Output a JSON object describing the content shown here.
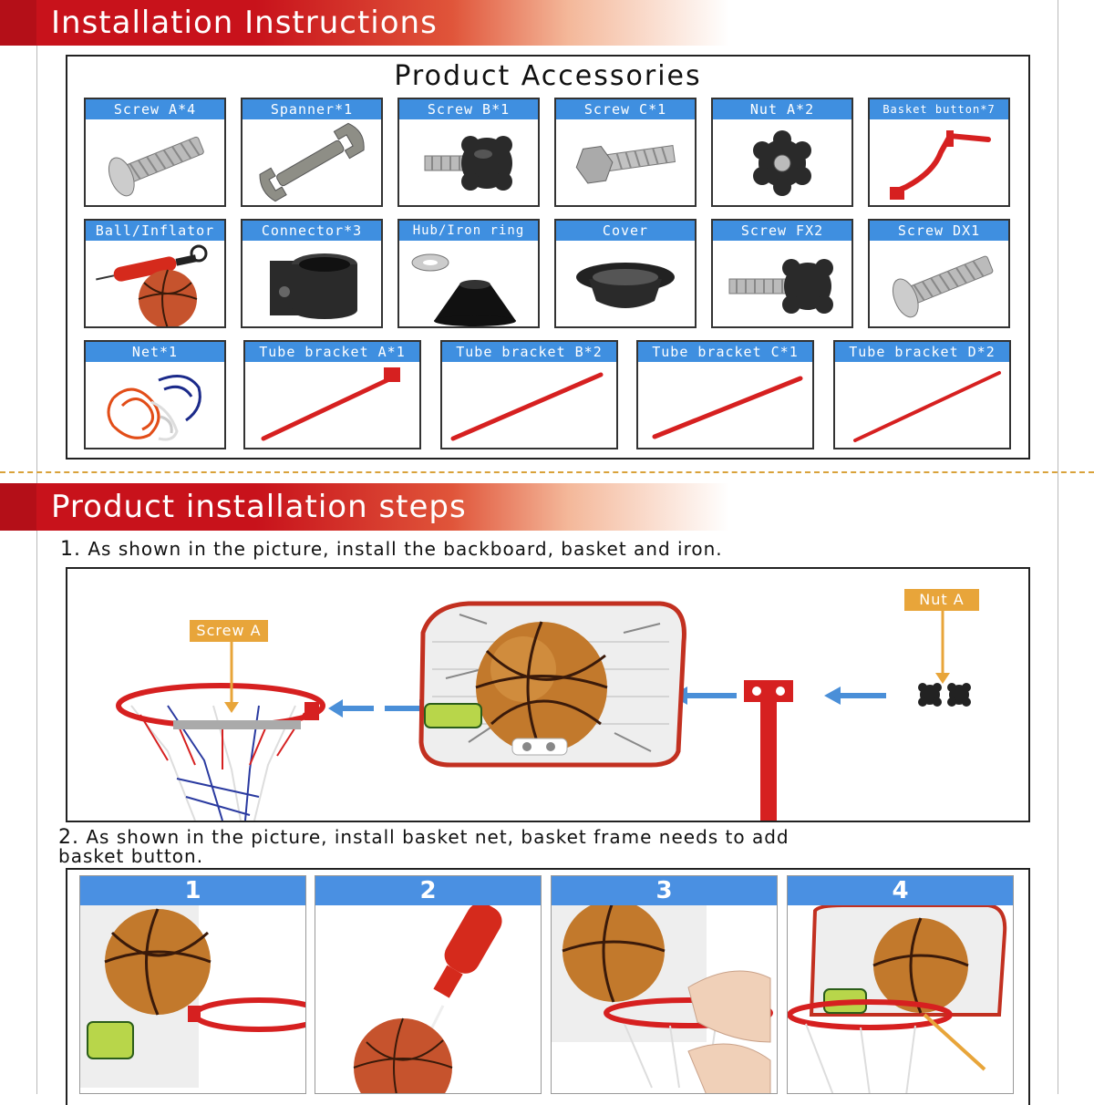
{
  "header": {
    "title": "Installation Instructions"
  },
  "accessories": {
    "title": "Product Accessories",
    "items": [
      {
        "label": "Screw A*4",
        "icon": "screw-icon"
      },
      {
        "label": "Spanner*1",
        "icon": "spanner-icon"
      },
      {
        "label": "Screw B*1",
        "icon": "knob-screw-icon"
      },
      {
        "label": "Screw C*1",
        "icon": "hex-bolt-icon"
      },
      {
        "label": "Nut A*2",
        "icon": "knob-nut-icon"
      },
      {
        "label": "Basket button*7",
        "icon": "basket-button-icon"
      },
      {
        "label": "Ball/Inflator",
        "icon": "ball-inflator-icon"
      },
      {
        "label": "Connector*3",
        "icon": "connector-icon"
      },
      {
        "label": "Hub/Iron ring",
        "icon": "hub-ring-icon"
      },
      {
        "label": "Cover",
        "icon": "cover-icon"
      },
      {
        "label": "Screw FX2",
        "icon": "knob-screw-icon"
      },
      {
        "label": "Screw DX1",
        "icon": "screw-icon"
      },
      {
        "label": "Net*1",
        "icon": "net-icon"
      },
      {
        "label": "Tube bracket A*1",
        "icon": "tube-bracket-icon"
      },
      {
        "label": "Tube bracket B*2",
        "icon": "tube-bracket-icon"
      },
      {
        "label": "Tube bracket C*1",
        "icon": "tube-bracket-icon"
      },
      {
        "label": "Tube bracket D*2",
        "icon": "tube-bracket-icon"
      }
    ]
  },
  "steps_section": {
    "title": "Product installation steps"
  },
  "step1": {
    "number": "1.",
    "text": "As shown in the picture, install the backboard, basket and iron.",
    "callout_left": "Screw A",
    "callout_right": "Nut A"
  },
  "step2": {
    "number": "2.",
    "text_line1": "As shown in the picture, install basket net, basket frame needs to add",
    "text_line2": "basket button.",
    "panels": [
      "1",
      "2",
      "3",
      "4"
    ]
  },
  "colors": {
    "banner_red": "#c8121b",
    "label_blue": "#3f8fe0",
    "callout_orange": "#e8a53a",
    "tube_red": "#d62020"
  }
}
